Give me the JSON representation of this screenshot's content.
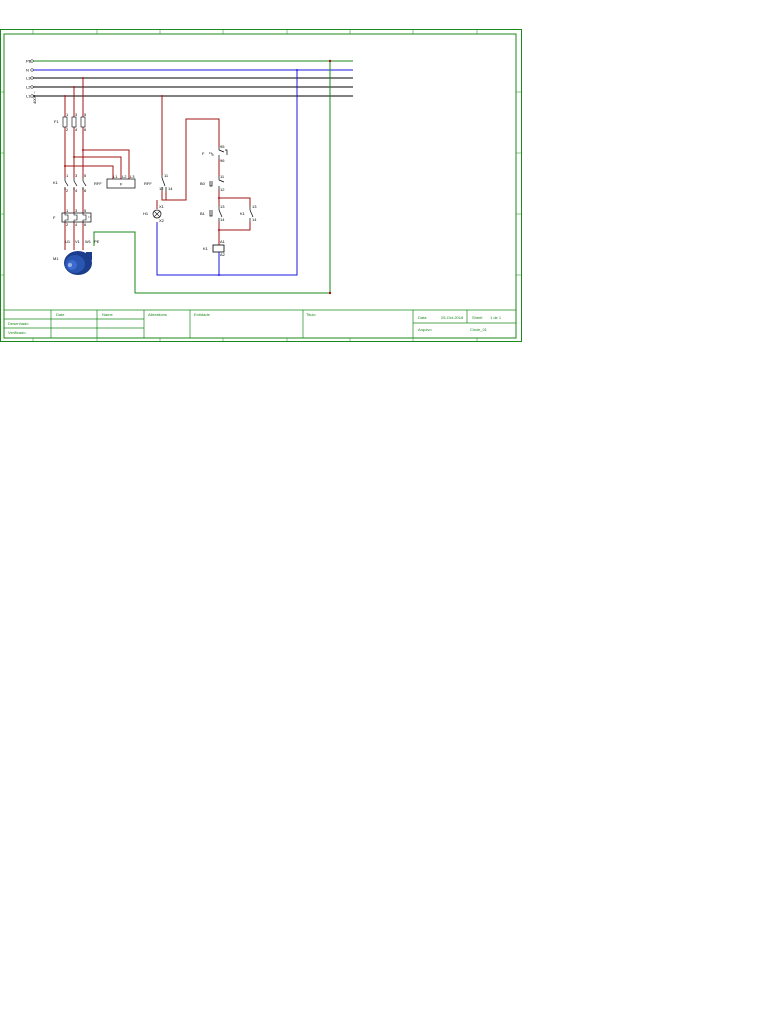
{
  "supply": {
    "lines": [
      "L1",
      "L2",
      "L3",
      "N",
      "PE"
    ],
    "voltage": "400V ~"
  },
  "components": {
    "fuses": "F1",
    "contactor_main": "K1",
    "contactor_aux": "K1",
    "contactor_coil": "K1",
    "overload_relay": "F",
    "overload_contact": "F",
    "motor": "M1",
    "stop_button": "B0",
    "start_button": "B1",
    "lamp": "H1",
    "phase_relay": "RFF",
    "phase_relay_box": "F",
    "phase_relay_contact": "RFF"
  },
  "terminals": {
    "fuse_top": [
      "1",
      "3",
      "5"
    ],
    "fuse_bot": [
      "2",
      "4",
      "6"
    ],
    "k_top": [
      "1",
      "3",
      "5"
    ],
    "k_bot": [
      "2",
      "4",
      "6"
    ],
    "ol_top": [
      "1",
      "3",
      "5"
    ],
    "ol_bot": [
      "2",
      "4",
      "6"
    ],
    "motor": [
      "U1",
      "V1",
      "W1",
      "PE"
    ],
    "rff_box": [
      "L1",
      "L2",
      "L3"
    ],
    "rff_contact": [
      "11",
      "12",
      "14"
    ],
    "lamp": [
      "X1",
      "X2"
    ],
    "ol_contact": [
      "95",
      "96"
    ],
    "b0": [
      "11",
      "12"
    ],
    "b1": [
      "13",
      "14"
    ],
    "aux": [
      "13",
      "14"
    ],
    "coil": [
      "A1",
      "A2"
    ]
  },
  "title_block": {
    "col_date": "Date",
    "col_name": "Name",
    "row_drawn": "Desenhado",
    "row_checked": "Verificado",
    "alterations": "Alterations",
    "entidade": "Entidade",
    "title": "Titulo",
    "data_label": "Data",
    "data_value": "25-Oct-2018",
    "sheet_label": "Sheet",
    "sheet_value": "1 de 1",
    "arquivo_label": "Arquivo",
    "arquivo_value": "Circle_01"
  },
  "colors": {
    "border": "#1a8a1a",
    "power": "#a01414",
    "neutral": "#1a1ae0",
    "earth": "#1a8a1a",
    "bus": "#000000"
  }
}
